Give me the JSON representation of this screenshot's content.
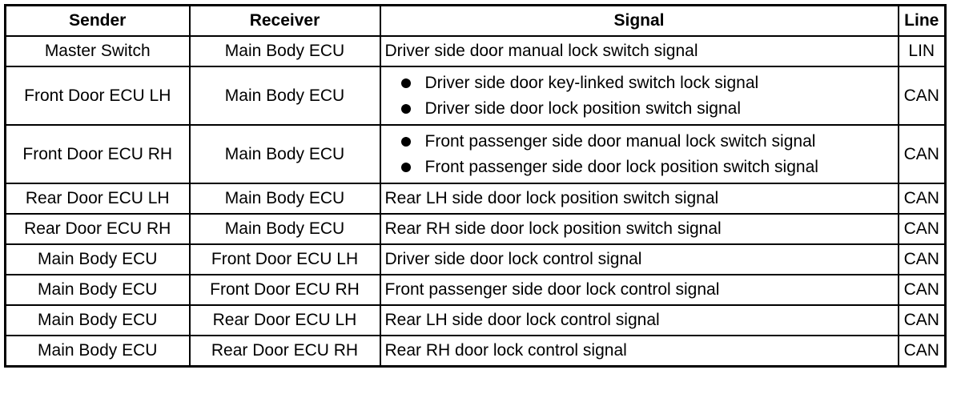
{
  "table": {
    "headers": {
      "sender": "Sender",
      "receiver": "Receiver",
      "signal": "Signal",
      "line": "Line"
    },
    "rows": [
      {
        "sender": "Master Switch",
        "receiver": "Main Body ECU",
        "signal": "Driver side door manual lock switch signal",
        "line": "LIN"
      },
      {
        "sender": "Front Door ECU LH",
        "receiver": "Main Body ECU",
        "signal_items": [
          "Driver side door key-linked switch lock signal",
          "Driver side door lock position switch signal"
        ],
        "line": "CAN"
      },
      {
        "sender": "Front Door ECU RH",
        "receiver": "Main Body ECU",
        "signal_items": [
          "Front passenger side door manual lock switch signal",
          "Front passenger side door lock position switch signal"
        ],
        "line": "CAN"
      },
      {
        "sender": "Rear Door ECU LH",
        "receiver": "Main Body ECU",
        "signal": "Rear LH side door lock position switch signal",
        "line": "CAN"
      },
      {
        "sender": "Rear Door ECU RH",
        "receiver": "Main Body ECU",
        "signal": "Rear RH side door lock position switch signal",
        "line": "CAN"
      },
      {
        "sender": "Main Body ECU",
        "receiver": "Front Door ECU LH",
        "signal": "Driver side door lock control signal",
        "line": "CAN"
      },
      {
        "sender": "Main Body ECU",
        "receiver": "Front Door ECU RH",
        "signal": "Front passenger side door lock control signal",
        "line": "CAN"
      },
      {
        "sender": "Main Body ECU",
        "receiver": "Rear Door ECU LH",
        "signal": "Rear LH side door lock control signal",
        "line": "CAN"
      },
      {
        "sender": "Main Body ECU",
        "receiver": "Rear Door ECU RH",
        "signal": "Rear RH door lock control signal",
        "line": "CAN"
      }
    ]
  }
}
